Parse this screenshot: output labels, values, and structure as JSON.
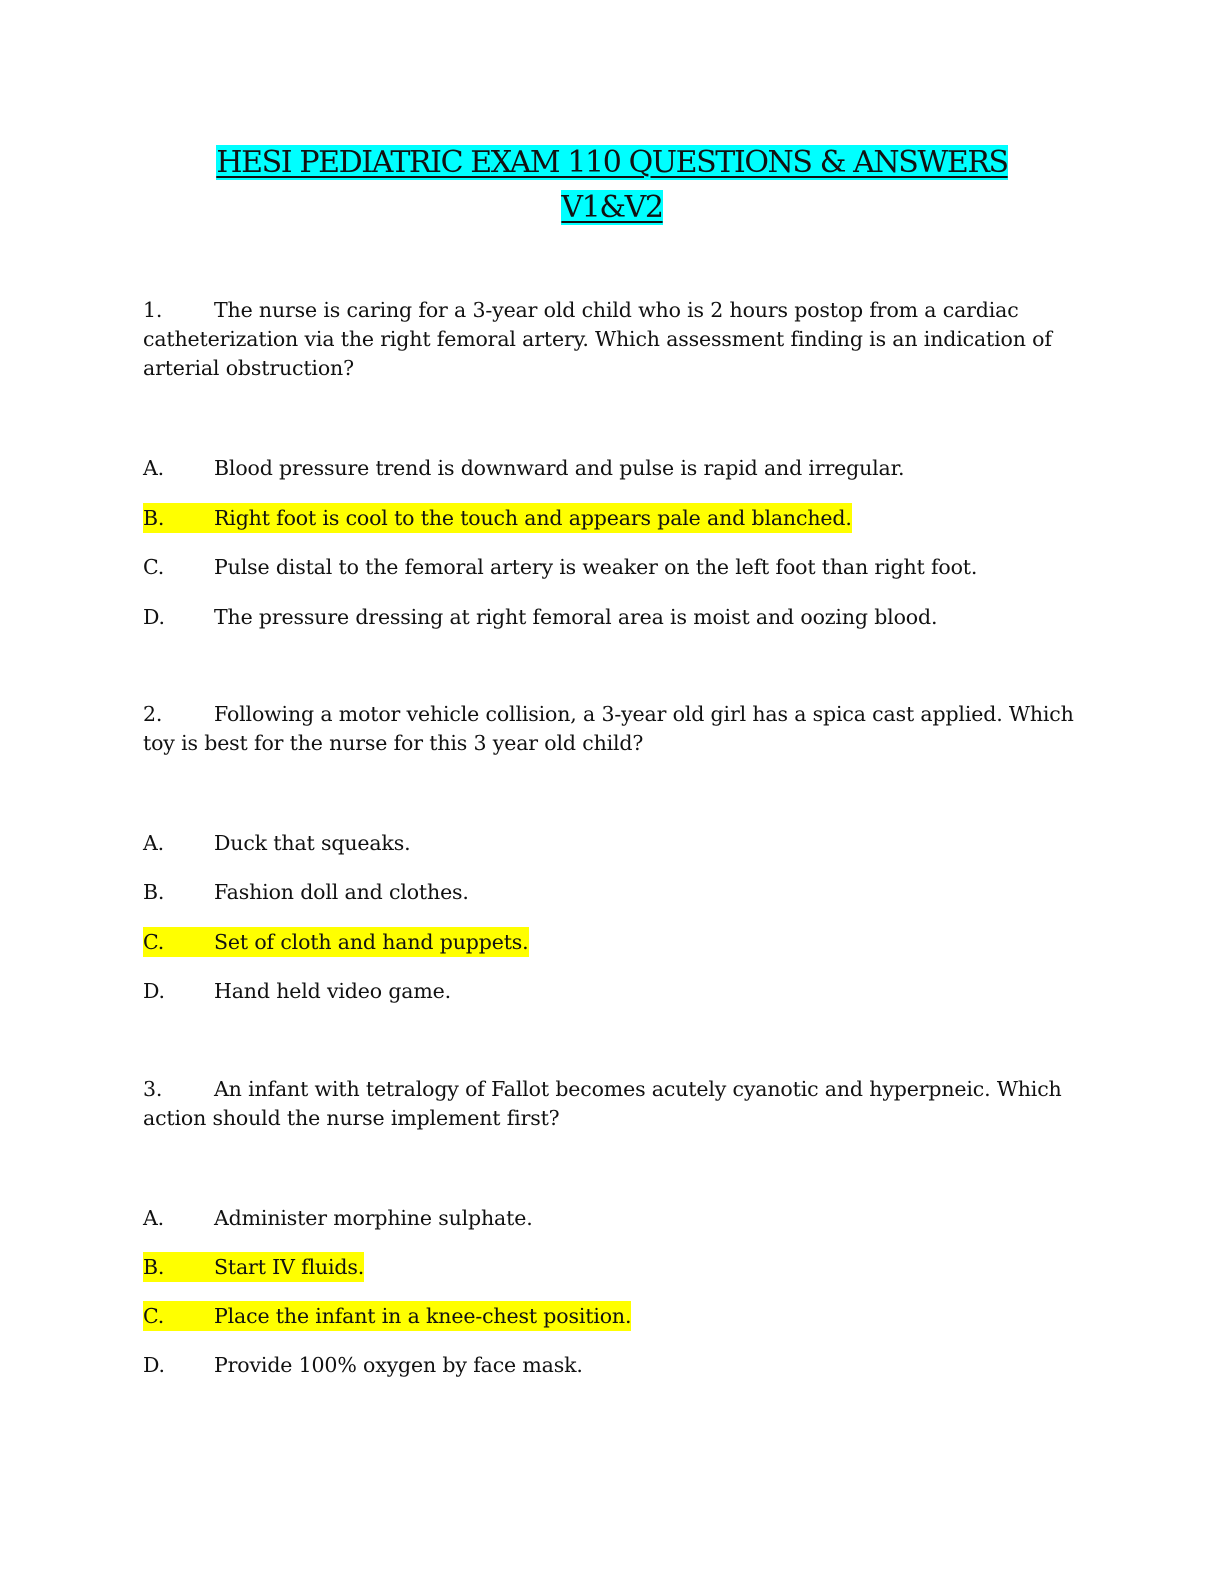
{
  "document": {
    "title_line1": "HESI PEDIATRIC EXAM 110 QUESTIONS & ANSWERS",
    "title_line2": "V1&V2"
  },
  "questions": [
    {
      "number": "1.",
      "text": "The nurse is caring for a 3-year old child who is 2 hours postop from a cardiac catheterization via the right femoral artery. Which assessment finding is an indication of arterial obstruction?",
      "options": [
        {
          "letter": "A.",
          "text": "Blood pressure trend is downward and pulse is rapid and irregular.",
          "highlighted": false
        },
        {
          "letter": "B.",
          "text": "Right foot is cool to the touch and appears pale and blanched.",
          "highlighted": true
        },
        {
          "letter": "C.",
          "text": "Pulse distal to the femoral artery is weaker on the left foot than right foot.",
          "highlighted": false
        },
        {
          "letter": "D.",
          "text": "The pressure dressing at right femoral area is moist and oozing blood.",
          "highlighted": false
        }
      ]
    },
    {
      "number": "2.",
      "text": "Following a motor vehicle collision, a 3-year old girl has a spica cast applied. Which toy is best for the nurse for this 3 year old child?",
      "options": [
        {
          "letter": "A.",
          "text": "Duck that squeaks.",
          "highlighted": false
        },
        {
          "letter": "B.",
          "text": "Fashion doll and clothes.",
          "highlighted": false
        },
        {
          "letter": "C.",
          "text": "Set of cloth and hand puppets.",
          "highlighted": true
        },
        {
          "letter": "D.",
          "text": "Hand held video game.",
          "highlighted": false
        }
      ]
    },
    {
      "number": "3.",
      "text": "An infant with tetralogy of Fallot becomes acutely cyanotic and hyperpneic. Which action should the nurse implement first?",
      "options": [
        {
          "letter": "A.",
          "text": "Administer morphine sulphate.",
          "highlighted": false
        },
        {
          "letter": "B.",
          "text": "Start IV fluids.",
          "highlighted": true
        },
        {
          "letter": "C.",
          "text": "Place the infant in a knee-chest position.",
          "highlighted": true
        },
        {
          "letter": "D.",
          "text": "Provide 100% oxygen by face mask.",
          "highlighted": false
        }
      ]
    }
  ],
  "colors": {
    "title_highlight": "#00ffff",
    "answer_highlight": "#ffff00"
  }
}
